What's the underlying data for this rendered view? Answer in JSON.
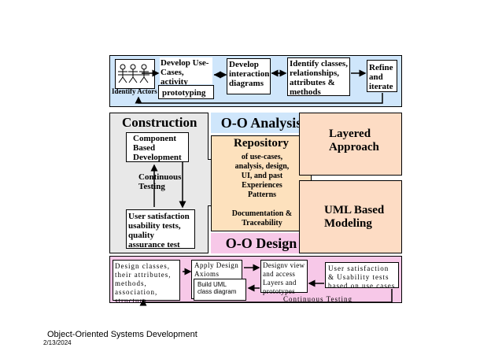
{
  "analysis": {
    "identify_actors": "Identify Actors",
    "use_cases": "Develop Use-Cases, activity diagrams",
    "prototyping": "prototyping",
    "interaction": "Develop interaction diagrams",
    "classes": "Identify classes, relationships, attributes & methods",
    "refine": "Refine and iterate"
  },
  "construction": {
    "title": "Construction",
    "component": "Component Based Development",
    "continuous": "Continuous Testing",
    "user_sat": "User satisfaction usability tests, quality assurance test"
  },
  "center": {
    "oo_analysis": "O-O Analysis",
    "repository": "Repository",
    "repo_items": "of use-cases, analysis, design, UI, and past Experiences Patterns",
    "documentation": "Documentation & Traceability",
    "oo_design": "O-O Design"
  },
  "right": {
    "layered": "Layered Approach",
    "uml": "UML Based Modeling"
  },
  "design": {
    "classes": "Design classes, their attributes, methods, association, structure ...",
    "axioms": "Apply Design Axioms",
    "build_uml": "Build UML class diagram",
    "views": "Designv view and access Layers and prototypes",
    "user_sat": "User satisfaction & Usability tests based on use cases",
    "continuous": "Continuous Testing"
  },
  "footer": {
    "title": "Object-Oriented Systems Development",
    "date": "2/13/2024"
  },
  "colors": {
    "analysis_bg": "#cfe6fb",
    "design_bg": "#f7c8e8",
    "construction_bg": "#e8e8e8",
    "repository_bg": "#fde1bd",
    "right_bg": "#fddcc4"
  }
}
